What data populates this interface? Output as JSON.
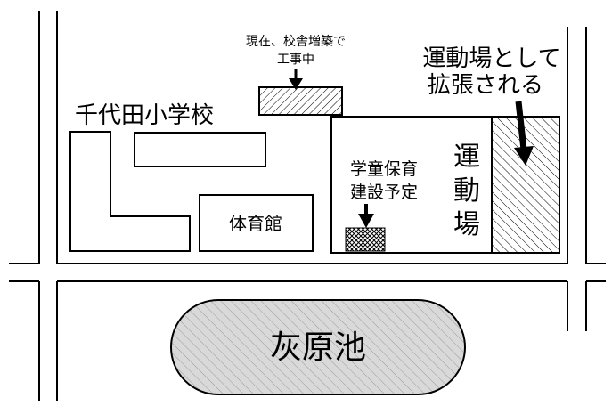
{
  "map": {
    "school_name": "千代田小学校",
    "gymnasium": "体育館",
    "construction_note": [
      "現在、校舎増築で",
      "工事中"
    ],
    "childcare_note": [
      "学童保育",
      "建設予定"
    ],
    "playground": [
      "運",
      "動",
      "場"
    ],
    "expansion_note": [
      "運動場として",
      "拡張される"
    ],
    "pond": "灰原池"
  },
  "colors": {
    "line": "#000000",
    "background": "#ffffff",
    "pond_fill": "#d9d9d9"
  }
}
